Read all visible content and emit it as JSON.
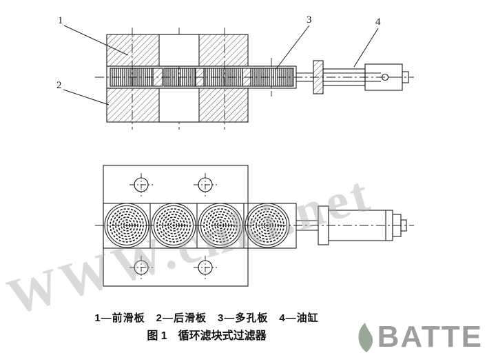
{
  "figure": {
    "callouts": [
      "1",
      "2",
      "3",
      "4"
    ],
    "caption": "1—前滑板　2—后滑板　3—多孔板　4—油缸",
    "title": "图 1　循环滤块式过滤器"
  },
  "watermark": {
    "text": "WWW.cnki.net",
    "logo_text": "BATTE"
  },
  "colors": {
    "ink": "#1a1a1a",
    "watermark_gray": "#a8a8a8",
    "logo_gray": "#9d9d9d"
  }
}
